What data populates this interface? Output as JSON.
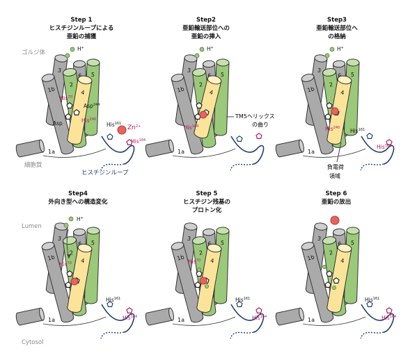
{
  "panels": [
    {
      "title": [
        "Step 1",
        "ヒスチジンループによる",
        "亜鉛の捕獲"
      ]
    },
    {
      "title": [
        "Step2",
        "亜鉛輸送部位への",
        "亜鉛の挿入"
      ]
    },
    {
      "title": [
        "Step3",
        "亜鉛輸送部位へ",
        "の格納"
      ]
    },
    {
      "title": [
        "Step4",
        "外向き型への構造変化"
      ]
    },
    {
      "title": [
        "Step 5",
        "ヒスチジン残基の",
        "プロトン化"
      ]
    },
    {
      "title": [
        "Step 6",
        "亜鉛の放出"
      ]
    }
  ],
  "helix_numbers": [
    "3",
    "6",
    "5",
    "1b",
    "2",
    "4",
    "1a"
  ],
  "labels": {
    "golgi": "ゴルジ体",
    "cytoplasm": "細胞質",
    "his_loop": "ヒスチジンループ",
    "lumen": "Lumen",
    "cytosol": "Cytosol",
    "tm5": "TM5ヘリックス",
    "tm5_2": "の曲り",
    "neg_region": "負電荷",
    "neg_region_2": "領域",
    "proton": "H",
    "proton_sup": "+",
    "zinc": "Zn",
    "zinc_sup": "2+"
  },
  "residues": {
    "his70": "His",
    "his70_sup": "70",
    "asp244": "Asp",
    "asp244_sup": "244",
    "asp": "Asp",
    "his240": "His",
    "his240_sup": "240",
    "his161": "His",
    "his161_sup": "161",
    "his164": "His",
    "his164_sup": "164"
  },
  "colors": {
    "gray_helix": "#aaaaaa",
    "green_helix": "#9bc97a",
    "yellow_helix": "#fbe49a",
    "his_loop": "#1f3f73",
    "magenta": "#b0195a",
    "zinc": "#e8655e"
  }
}
